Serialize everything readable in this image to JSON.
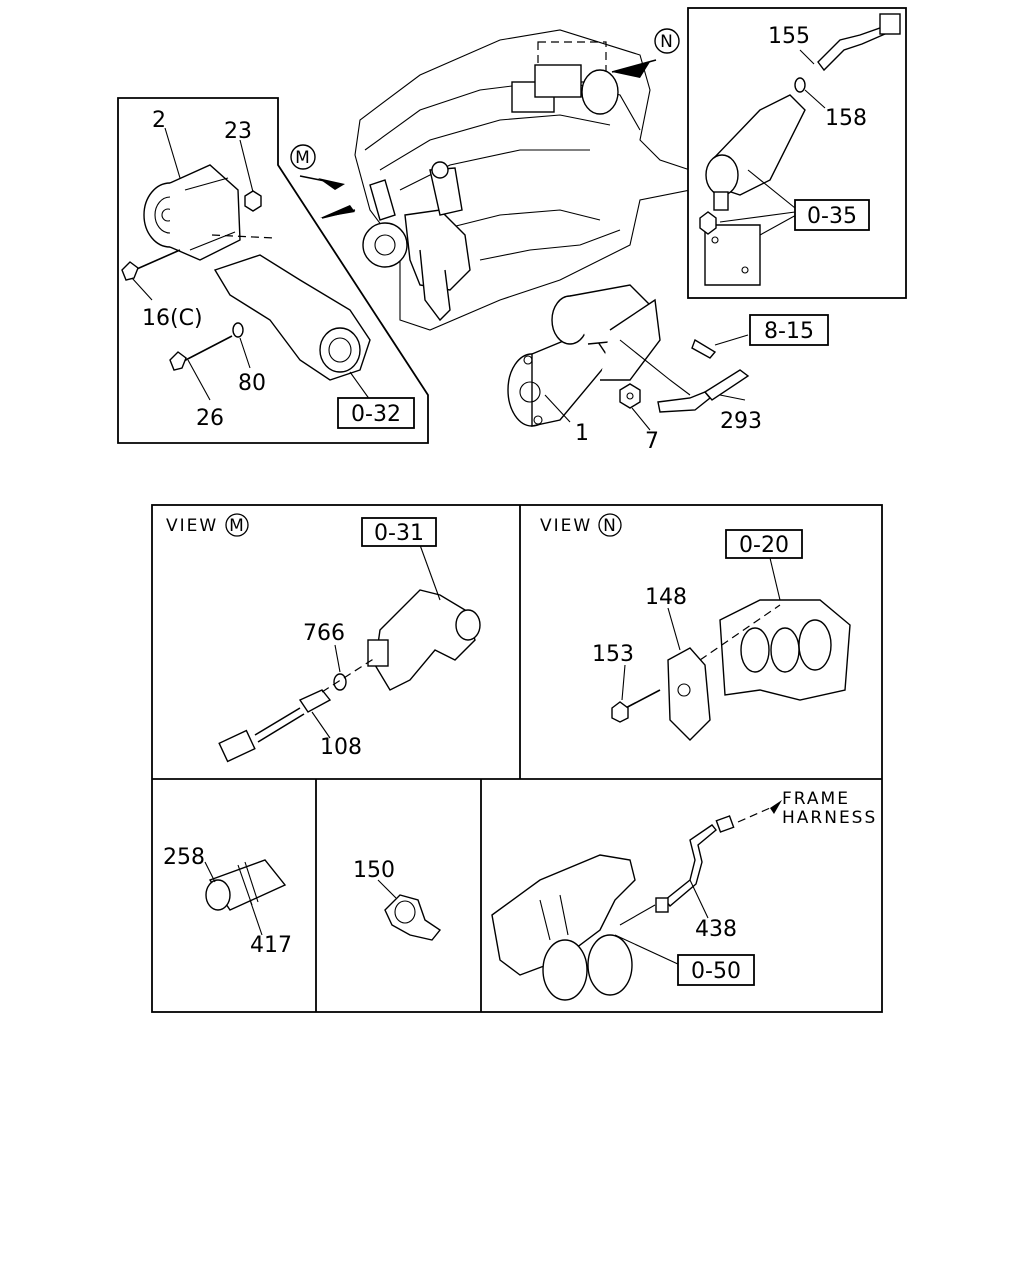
{
  "callouts": {
    "c2": "2",
    "c23": "23",
    "c16c": "16(C)",
    "c80": "80",
    "c26": "26",
    "c155": "155",
    "c158": "158",
    "c1": "1",
    "c7": "7",
    "c293": "293",
    "c766": "766",
    "c108": "108",
    "c148": "148",
    "c153": "153",
    "c258": "258",
    "c417": "417",
    "c150": "150",
    "c438": "438"
  },
  "refs": {
    "r032": "0-32",
    "r035": "0-35",
    "r815": "8-15",
    "r031": "0-31",
    "r020": "0-20",
    "r050": "0-50"
  },
  "view_markers": {
    "m": "M",
    "n": "N"
  },
  "views": {
    "view_m_word": "VIEW",
    "view_m_letter": "M",
    "view_n_word": "VIEW",
    "view_n_letter": "N"
  },
  "harness": {
    "line1": "FRAME",
    "line2": "HARNESS"
  }
}
